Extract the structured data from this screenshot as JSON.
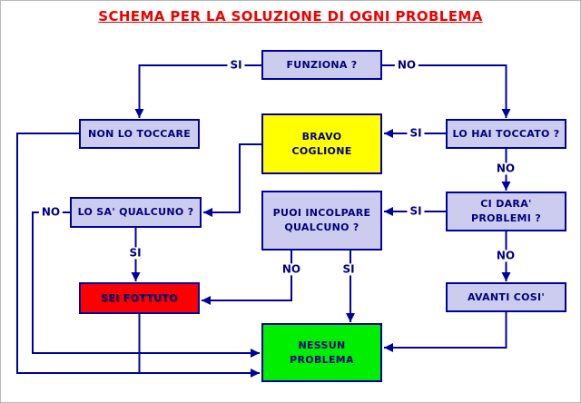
{
  "title": "SCHEMA PER LA SOLUZIONE DI OGNI PROBLEMA",
  "colors": {
    "line": "#0000a0",
    "box_fill": "#ccccee",
    "box_border": "#0000a0",
    "box_text": "#000080",
    "title_text": "#ee0000",
    "highlight_yellow": "#ffff00",
    "highlight_red": "#ff0000",
    "highlight_green": "#00ee00"
  },
  "nodes": {
    "funziona": {
      "label": "FUNZIONA ?"
    },
    "non_toccare": {
      "label": "NON LO TOCCARE"
    },
    "bravo": {
      "label": "BRAVO\nCOGLIONE"
    },
    "toccato": {
      "label": "LO HAI TOCCATO ?"
    },
    "sa_qualcuno": {
      "label": "LO SA' QUALCUNO ?"
    },
    "incolpare": {
      "label": "PUOI INCOLPARE\nQUALCUNO ?"
    },
    "problemi": {
      "label": "CI DARA'\nPROBLEMI ?"
    },
    "fottuto": {
      "label": "SEI FOTTUTO"
    },
    "avanti": {
      "label": "AVANTI COSI'"
    },
    "nessun": {
      "label": "NESSUN\nPROBLEMA"
    }
  },
  "edge_labels": {
    "funziona_si": "SI",
    "funziona_no": "NO",
    "toccato_si": "SI",
    "toccato_no": "NO",
    "problemi_si": "SI",
    "problemi_no": "NO",
    "sa_si": "SI",
    "sa_no": "NO",
    "incolpare_no": "NO",
    "incolpare_si": "SI"
  }
}
